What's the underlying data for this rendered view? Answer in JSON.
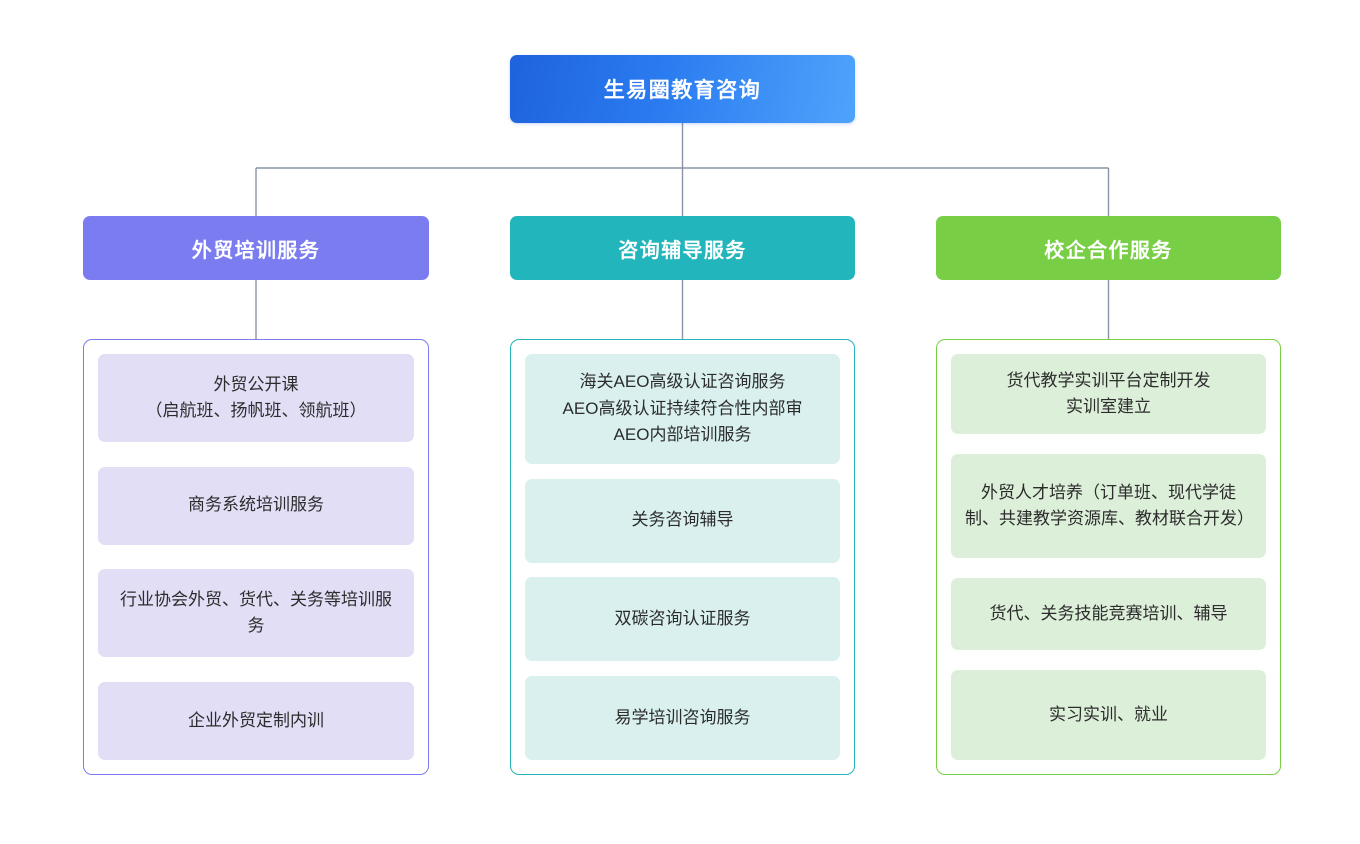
{
  "diagram": {
    "type": "organization-tree",
    "root": {
      "label": "生易圈教育咨询",
      "color": "#2b7cf0"
    },
    "branches": [
      {
        "label": "外贸培训服务",
        "color": "#7b7cf0",
        "card_color": "#e1def6",
        "items": [
          {
            "label": "外贸公开课\n（启航班、扬帆班、领航班）"
          },
          {
            "label": "商务系统培训服务"
          },
          {
            "label": "行业协会外贸、货代、关务等培训服务"
          },
          {
            "label": "企业外贸定制内训"
          }
        ]
      },
      {
        "label": "咨询辅导服务",
        "color": "#22b5bb",
        "card_color": "#d9f0ef",
        "items": [
          {
            "label": "海关AEO高级认证咨询服务\nAEO高级认证持续符合性内部审\nAEO内部培训服务"
          },
          {
            "label": "关务咨询辅导"
          },
          {
            "label": "双碳咨询认证服务"
          },
          {
            "label": "易学培训咨询服务"
          }
        ]
      },
      {
        "label": "校企合作服务",
        "color": "#78cf46",
        "card_color": "#dcefd9",
        "items": [
          {
            "label": "货代教学实训平台定制开发\n实训室建立"
          },
          {
            "label": "外贸人才培养（订单班、现代学徒制、共建教学资源库、教材联合开发）"
          },
          {
            "label": "货代、关务技能竞赛培训、辅导"
          },
          {
            "label": "实习实训、就业"
          }
        ]
      }
    ],
    "connector_color": "#8a94a6"
  }
}
